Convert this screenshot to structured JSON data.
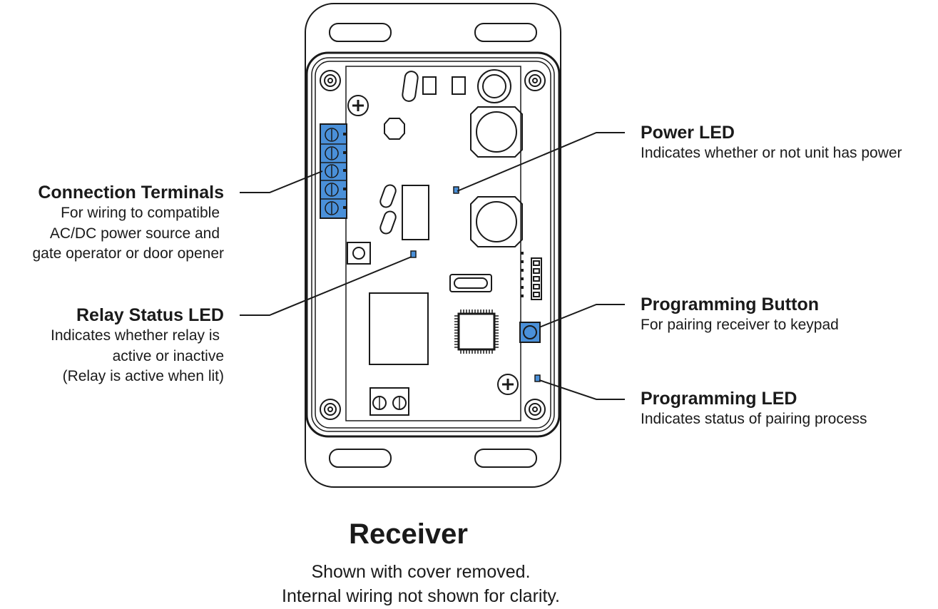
{
  "labels": {
    "connection_terminals": {
      "title": "Connection Terminals",
      "lines": [
        "For wiring to compatible",
        "AC/DC power source and",
        "gate operator or door opener"
      ]
    },
    "relay_status_led": {
      "title": "Relay Status LED",
      "lines": [
        "Indicates whether relay is",
        "active or inactive",
        "(Relay is active when lit)"
      ]
    },
    "power_led": {
      "title": "Power LED",
      "lines": [
        "Indicates whether or not unit has power"
      ]
    },
    "programming_button": {
      "title": "Programming Button",
      "lines": [
        "For pairing receiver to keypad"
      ]
    },
    "programming_led": {
      "title": "Programming LED",
      "lines": [
        "Indicates status of pairing process"
      ]
    }
  },
  "caption": {
    "title": "Receiver",
    "line1": "Shown with cover removed.",
    "line2": "Internal wiring not shown for clarity."
  },
  "colors": {
    "highlight": "#4a90d9",
    "outline": "#1a1a1a"
  }
}
